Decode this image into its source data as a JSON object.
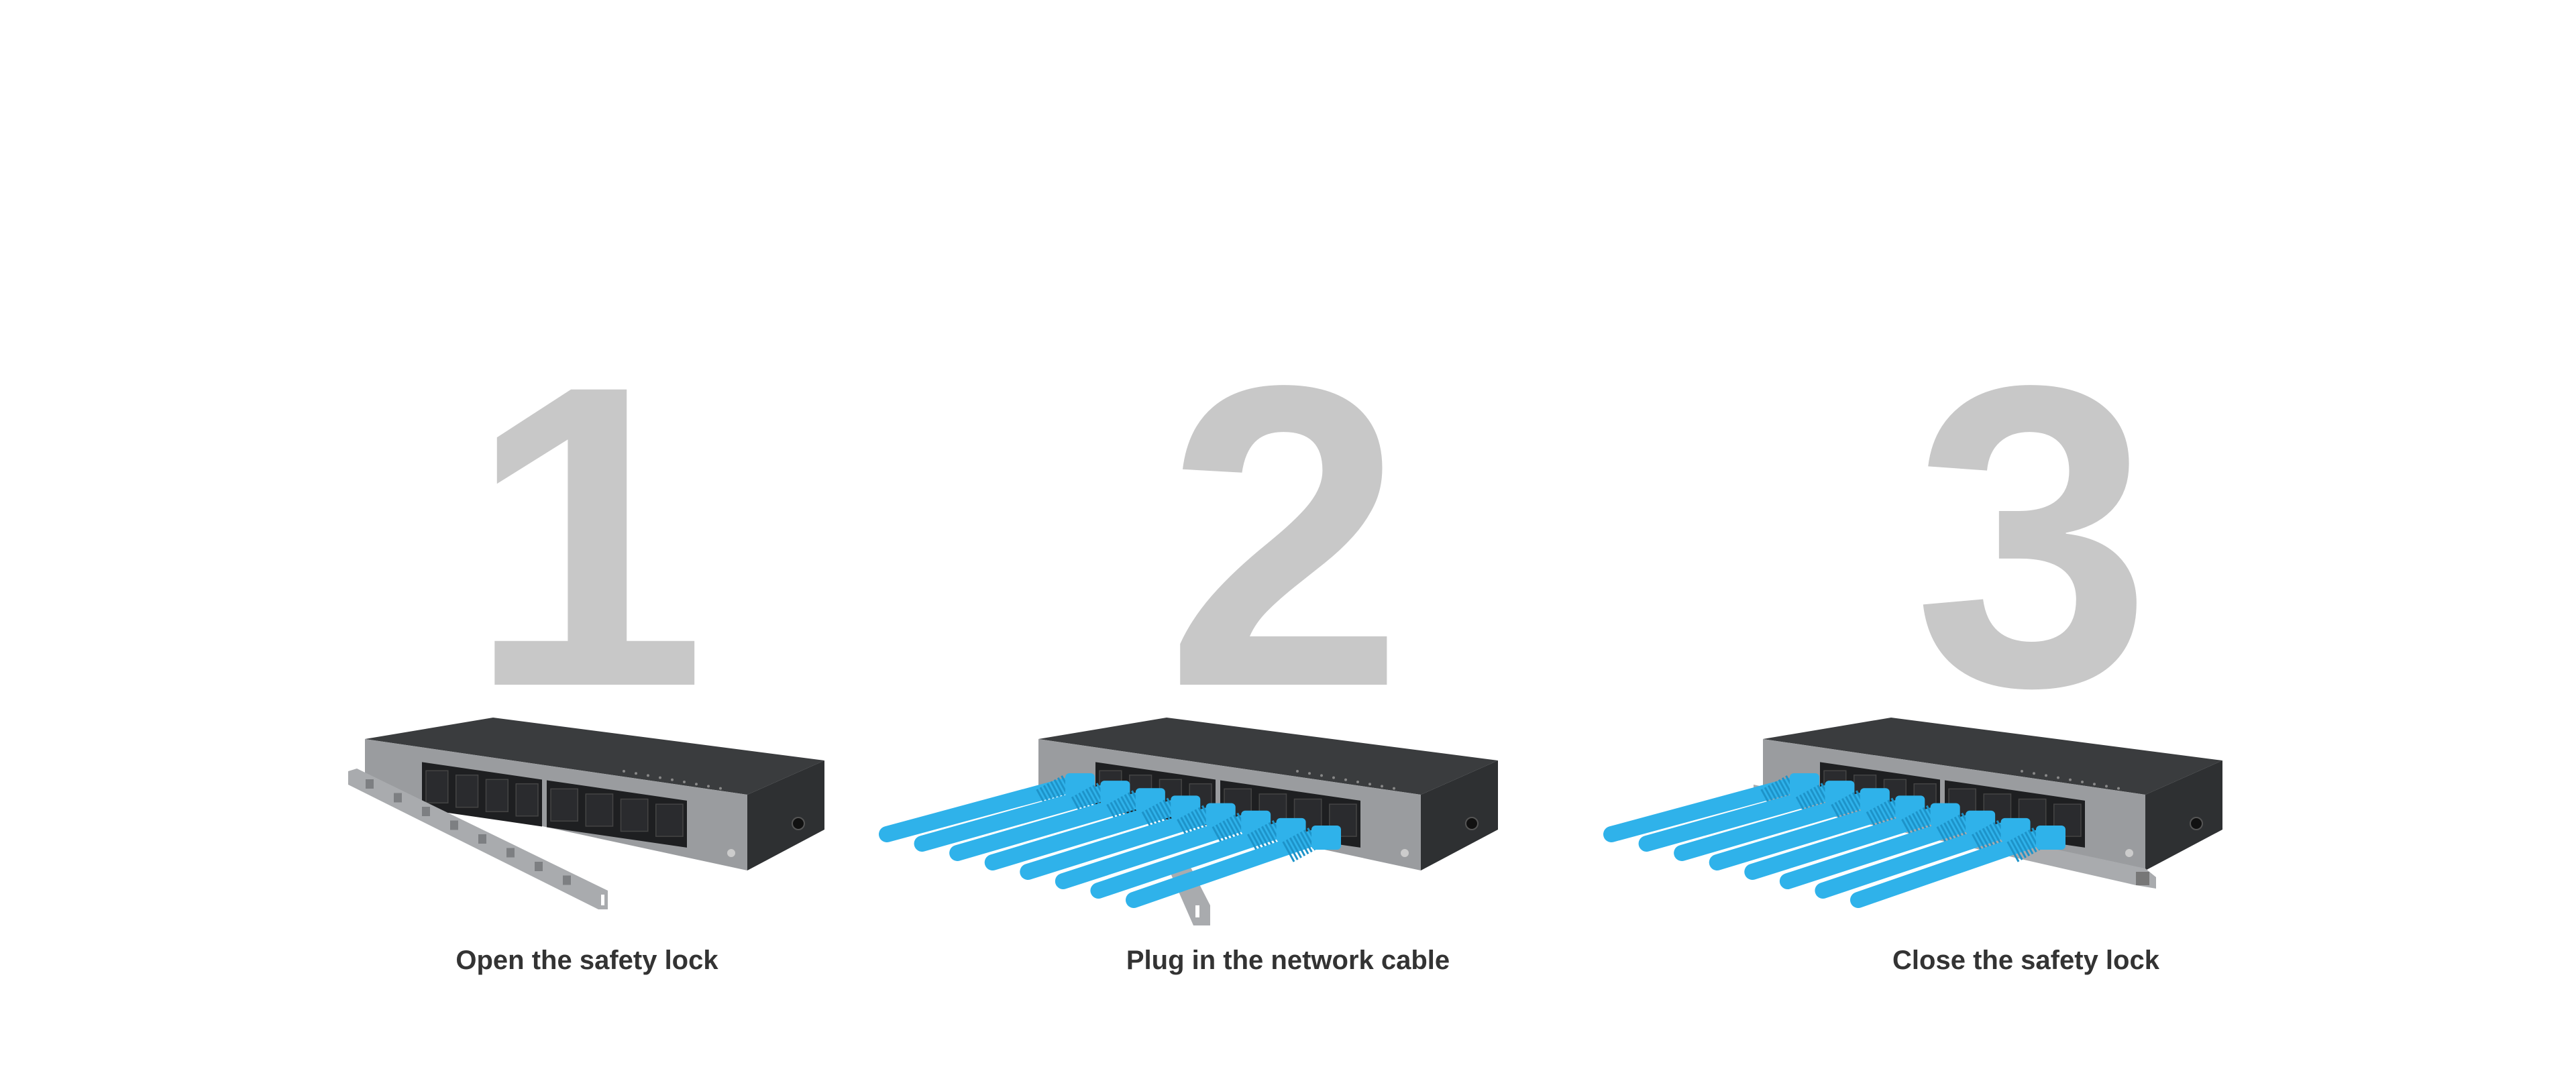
{
  "steps": [
    {
      "number": "1",
      "caption": "Open the safety lock",
      "lock": "open",
      "cables": false
    },
    {
      "number": "2",
      "caption": "Plug in the network cable",
      "lock": "hanging",
      "cables": true
    },
    {
      "number": "3",
      "caption": "Close the safety lock",
      "lock": "closed",
      "cables": true
    }
  ],
  "colors": {
    "number": "#c8c8c8",
    "caption": "#333333",
    "device_top": "#3a3c3e",
    "device_front": "#9a9c9f",
    "device_side": "#2e3032",
    "port": "#1e1f21",
    "lock": "#a9abae",
    "cable": "#2fb2ea",
    "cable_dark": "#1d93c9"
  }
}
